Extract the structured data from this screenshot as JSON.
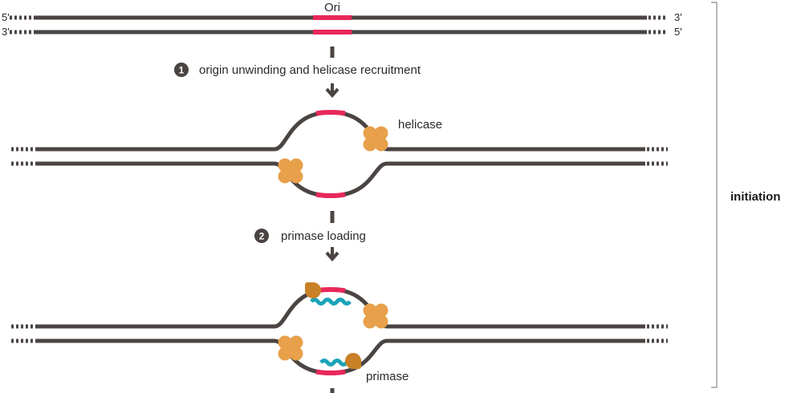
{
  "colors": {
    "dna": "#4a4442",
    "origin": "#e8285a",
    "helicase": "#e8a04a",
    "helicase_dark": "#c98026",
    "primer": "#1aa3b8",
    "badge": "#4a4442"
  },
  "top": {
    "ori_label": "Ori",
    "left_top": "5'",
    "left_bottom": "3'",
    "right_top": "3'",
    "right_bottom": "5'"
  },
  "steps": [
    {
      "number": "1",
      "label": "origin unwinding and helicase recruitment"
    },
    {
      "number": "2",
      "label": "primase loading"
    }
  ],
  "labels": {
    "helicase": "helicase",
    "primase": "primase"
  },
  "stage_label": "initiation"
}
